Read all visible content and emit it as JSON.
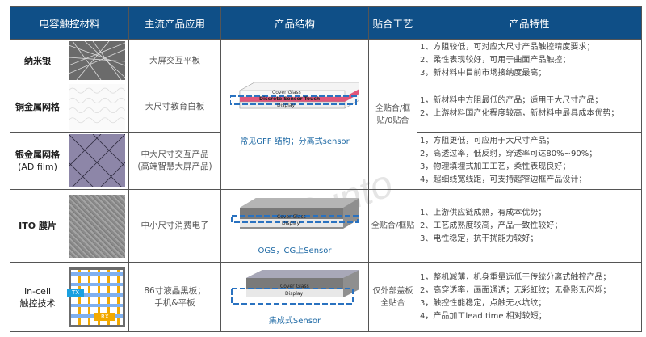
{
  "headers": [
    "电容触控材料",
    "主流产品应用",
    "产品结构",
    "贴合工艺",
    "产品特性"
  ],
  "rows": [
    {
      "material": "纳米银",
      "application": "大屏交互平板",
      "features": [
        "1、方阻较低，可对应大尺寸产品触控精度要求；",
        "2、柔性表现较好，可用于曲面产品触控；",
        "3，新材料中目前市场接纳度最高；"
      ]
    },
    {
      "material": "铜金属网格",
      "application": "大尺寸教育白板",
      "features": [
        "1，新材料中方阻最低的产品；适用于大尺寸产品；",
        "2，上游材料国产化程度较高，新材料中最具成本优势；"
      ]
    },
    {
      "material": "银金属网格",
      "material_sub": "(AD film)",
      "application": "中大尺寸交互产品",
      "application_sub": "(高端智慧大屏产品)",
      "features": [
        "1，方阻更低，可应用于大尺寸产品；",
        "2，高透过率，低反射，穿透率可达80%~90%；",
        "3，物理填埋式加工工艺，柔性表现良好；",
        "4，超细线宽线距，可支持超窄边框产品设计；"
      ]
    },
    {
      "material": "ITO 膜片",
      "application": "中小尺寸消费电子",
      "features": [
        "1、上游供应链成熟，有成本优势；",
        "2、工艺成熟度较高，产品一致性较好；",
        "3、电性稳定，抗干扰能力较好；"
      ]
    },
    {
      "material": "In-cell",
      "material_sub": "触控技术",
      "application": "86寸液晶黑板；",
      "application_sub": "手机&平板",
      "features": [
        "1，整机减薄，机身重量远低于传统分离式触控产品；",
        "2，高穿透率，画面通透；无彩虹纹；无叠影无闪烁；",
        "3，触控性能稳定，点触无水坑纹；",
        "4，产品加工lead time 相对较短；"
      ]
    }
  ],
  "structures": [
    {
      "caption": "常见GFF 结构；分离式sensor",
      "layers": [
        "Cover Glass",
        "Discrete Sensor Touch",
        "Display"
      ]
    },
    {
      "caption": "OGS，CG上Sensor",
      "layers": [
        "Cover Glass",
        "Display"
      ]
    },
    {
      "caption": "集成式Sensor",
      "layers": [
        "Cover Glass",
        "Display"
      ]
    }
  ],
  "lamination": [
    "全贴合/框贴/0贴合",
    "全贴合/框贴",
    "仅外部盖板全贴合"
  ],
  "incell_labels": {
    "tx": "TX",
    "rx": "RX"
  },
  "watermark": "Runto 洛图科技",
  "colors": {
    "header_bg": "#0f4f87",
    "caption": "#1f6aa5",
    "sensor": "#e0557a",
    "dash": "#2a72c0"
  }
}
